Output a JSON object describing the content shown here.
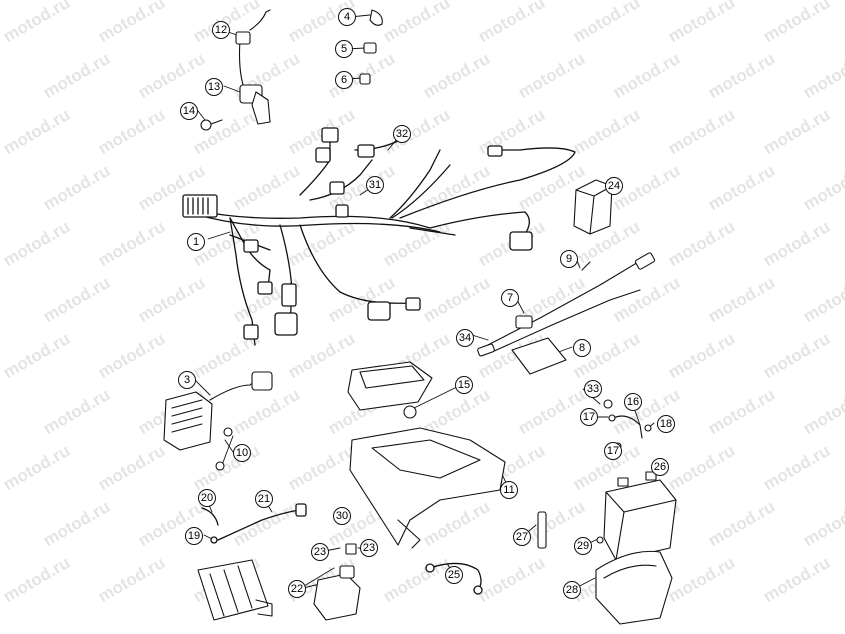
{
  "watermark": {
    "text": "motod.ru"
  },
  "callouts": [
    {
      "id": "c1",
      "label": "1"
    },
    {
      "id": "c3",
      "label": "3"
    },
    {
      "id": "c4",
      "label": "4"
    },
    {
      "id": "c5",
      "label": "5"
    },
    {
      "id": "c6",
      "label": "6"
    },
    {
      "id": "c7",
      "label": "7"
    },
    {
      "id": "c8",
      "label": "8"
    },
    {
      "id": "c9",
      "label": "9"
    },
    {
      "id": "c10",
      "label": "10"
    },
    {
      "id": "c11",
      "label": "11"
    },
    {
      "id": "c12",
      "label": "12"
    },
    {
      "id": "c13",
      "label": "13"
    },
    {
      "id": "c14",
      "label": "14"
    },
    {
      "id": "c15",
      "label": "15"
    },
    {
      "id": "c16",
      "label": "16"
    },
    {
      "id": "c17a",
      "label": "17"
    },
    {
      "id": "c17b",
      "label": "17"
    },
    {
      "id": "c18",
      "label": "18"
    },
    {
      "id": "c19",
      "label": "19"
    },
    {
      "id": "c20",
      "label": "20"
    },
    {
      "id": "c21",
      "label": "21"
    },
    {
      "id": "c22",
      "label": "22"
    },
    {
      "id": "c23a",
      "label": "23"
    },
    {
      "id": "c23b",
      "label": "23"
    },
    {
      "id": "c24",
      "label": "24"
    },
    {
      "id": "c25",
      "label": "25"
    },
    {
      "id": "c26",
      "label": "26"
    },
    {
      "id": "c27",
      "label": "27"
    },
    {
      "id": "c28",
      "label": "28"
    },
    {
      "id": "c29",
      "label": "29"
    },
    {
      "id": "c30",
      "label": "30"
    },
    {
      "id": "c31",
      "label": "31"
    },
    {
      "id": "c32",
      "label": "32"
    },
    {
      "id": "c33",
      "label": "33"
    },
    {
      "id": "c34",
      "label": "34"
    }
  ]
}
